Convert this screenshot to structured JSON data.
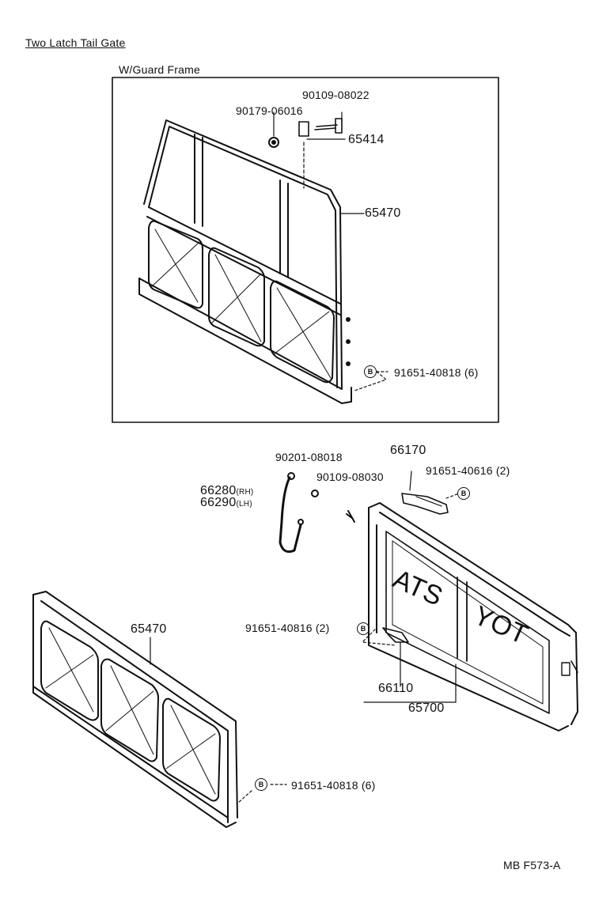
{
  "title": "Two Latch Tail Gate",
  "guard_frame": {
    "heading": "W/Guard Frame",
    "parts": [
      {
        "number": "90109-08022"
      },
      {
        "number": "90179-06016"
      },
      {
        "number": "65414"
      },
      {
        "number": "65470"
      },
      {
        "number": "91651-40818 (6)",
        "badge": "B"
      }
    ]
  },
  "tailgate": {
    "parts": [
      {
        "number": "66170"
      },
      {
        "number": "90201-08018"
      },
      {
        "number": "91651-40616 (2)",
        "badge": "B"
      },
      {
        "number": "90109-08030"
      },
      {
        "number": "66280",
        "suffix": "(RH)"
      },
      {
        "number": "66290",
        "suffix": "(LH)"
      },
      {
        "number": "91651-40816 (2)",
        "badge": "B"
      },
      {
        "number": "66110"
      },
      {
        "number": "65700"
      }
    ],
    "emblem_left": "ATS",
    "emblem_right": "YOT"
  },
  "lower_frame": {
    "parts": [
      {
        "number": "65470"
      },
      {
        "number": "91651-40818 (6)",
        "badge": "B"
      }
    ]
  },
  "figure_code": "MB F573-A"
}
